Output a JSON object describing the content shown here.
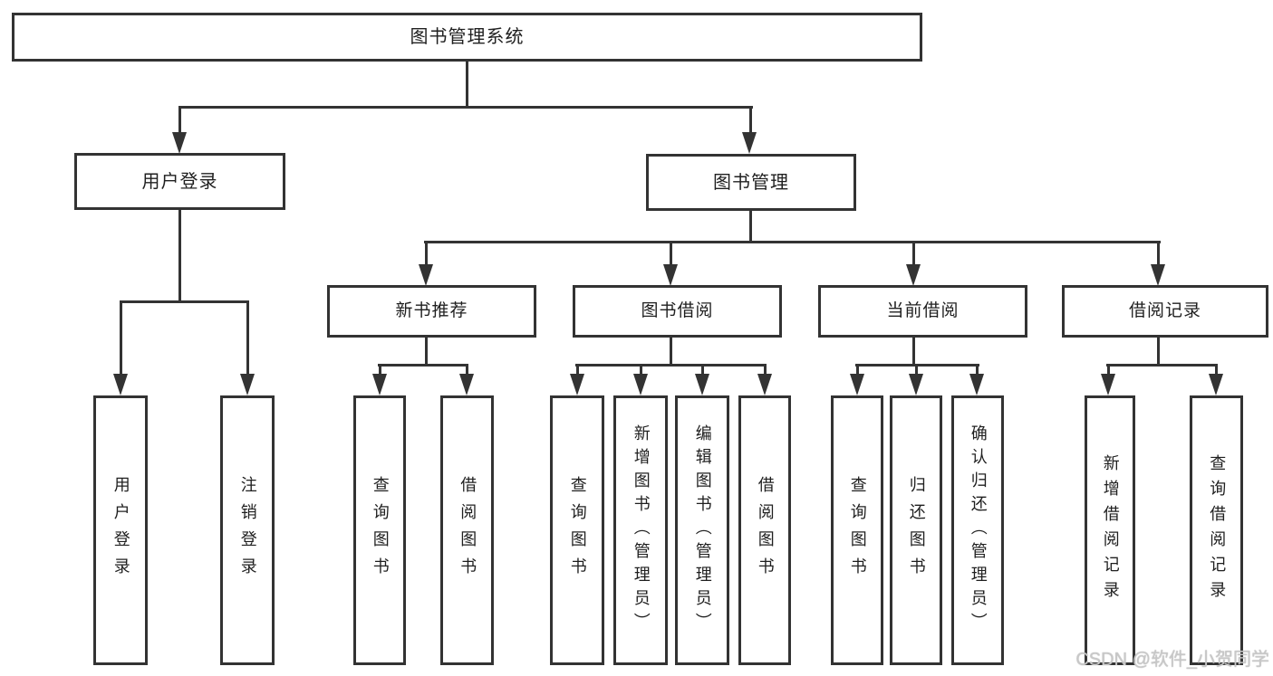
{
  "diagram": {
    "title": "图书管理系统",
    "colors": {
      "line": "#333333",
      "text": "#1f1f1f",
      "background": "#ffffff",
      "watermark": "#c8c8c8"
    },
    "root": {
      "label": "图书管理系统"
    },
    "level2": [
      {
        "label": "用户登录",
        "children": [
          {
            "label": "用户登录"
          },
          {
            "label": "注销登录"
          }
        ]
      },
      {
        "label": "图书管理",
        "children": [
          {
            "label": "新书推荐",
            "children": [
              {
                "label": "查询图书"
              },
              {
                "label": "借阅图书"
              }
            ]
          },
          {
            "label": "图书借阅",
            "children": [
              {
                "label": "查询图书"
              },
              {
                "label": "新增图书（管理员）"
              },
              {
                "label": "编辑图书（管理员）"
              },
              {
                "label": "借阅图书"
              }
            ]
          },
          {
            "label": "当前借阅",
            "children": [
              {
                "label": "查询图书"
              },
              {
                "label": "归还图书"
              },
              {
                "label": "确认归还（管理员）"
              }
            ]
          },
          {
            "label": "借阅记录",
            "children": [
              {
                "label": "新增借阅记录"
              },
              {
                "label": "查询借阅记录"
              }
            ]
          }
        ]
      }
    ],
    "watermark": "CSDN @软件_小贺同学"
  }
}
